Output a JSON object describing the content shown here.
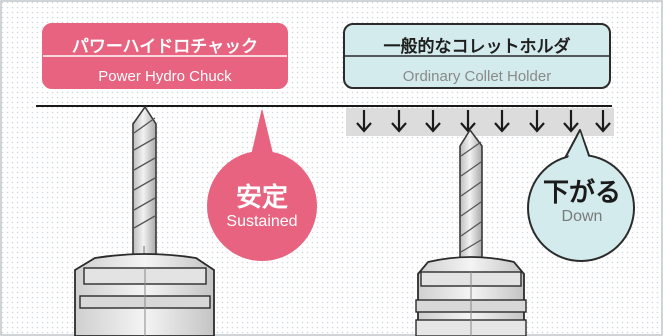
{
  "left_label": {
    "jp": "パワーハイドロチャック",
    "en": "Power Hydro Chuck"
  },
  "right_label": {
    "jp": "一般的なコレットホルダ",
    "en": "Ordinary Collet Holder"
  },
  "left_bubble": {
    "jp": "安定",
    "en": "Sustained"
  },
  "right_bubble": {
    "jp": "下がる",
    "en": "Down"
  },
  "colors": {
    "pink": "#e8637f",
    "light_blue": "#d3ebec",
    "dark_outline": "#2b2b2b",
    "arrow_band": "#dcdcdc"
  }
}
